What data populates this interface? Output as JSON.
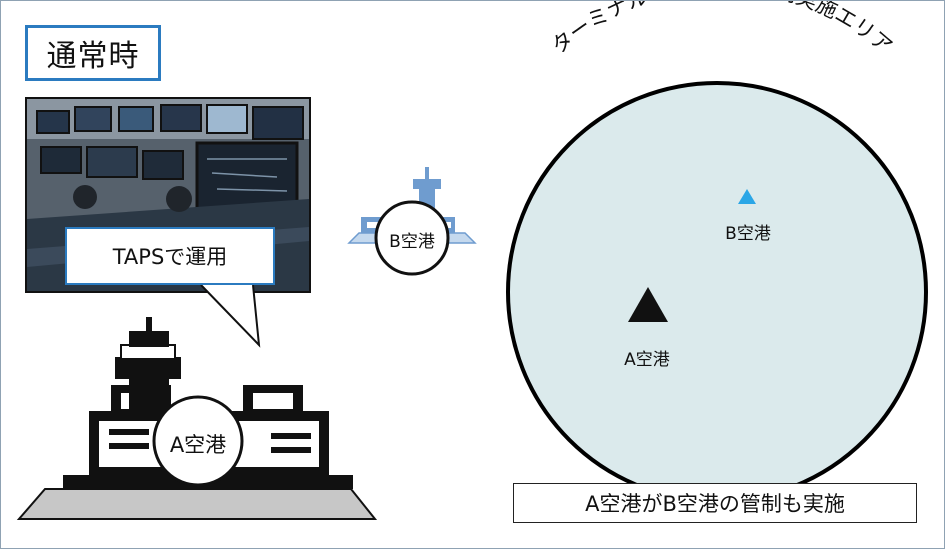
{
  "scene": {
    "title": "通常時",
    "photo_tag": "TAPSで運用",
    "airport_a_badge": "A空港",
    "airport_b_badge": "B空港",
    "radar_area": {
      "arc_label": "ターミナル・レーダー管制実施エリア",
      "airport_b_label": "B空港",
      "airport_a_label": "A空港"
    },
    "note": "A空港がB空港の管制も実施"
  },
  "colors": {
    "title_border": "#2b7bc0",
    "area_fill": "#dbeaec",
    "marker_b": "#2aa6e6",
    "marker_a": "#111111",
    "building_mono": "#111111",
    "building_b_blue": "#6f9ccf"
  },
  "icons": [
    "control-tower-building-icon",
    "control-tower-small-icon",
    "triangle-marker-icon"
  ]
}
